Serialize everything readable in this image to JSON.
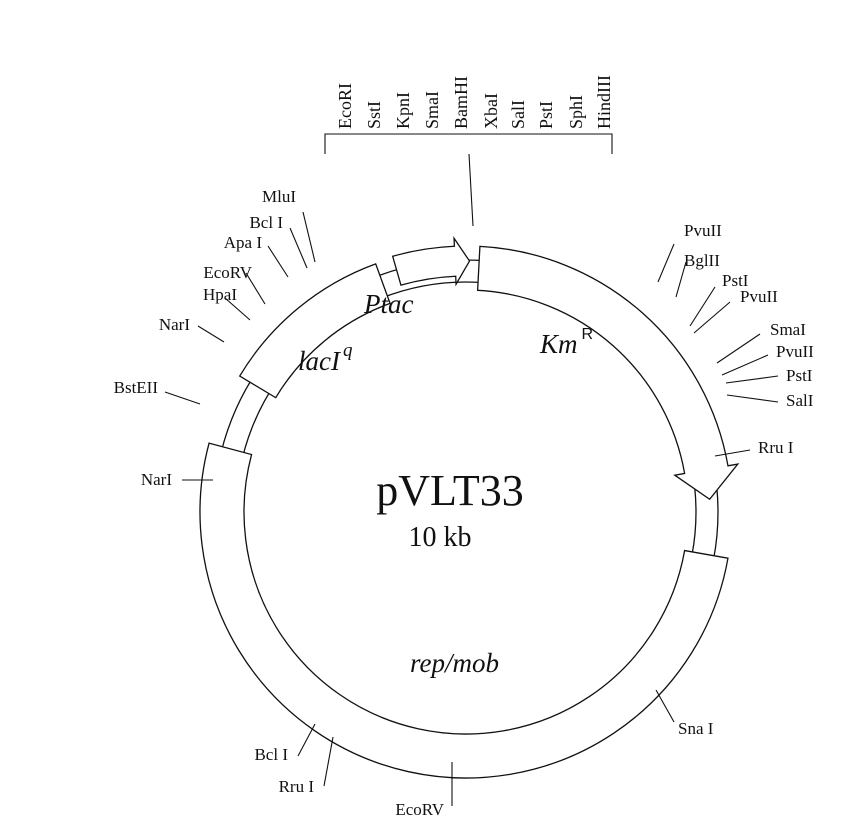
{
  "plasmid": {
    "name": "pVLT33",
    "size": "10 kb"
  },
  "genes": [
    {
      "label": "lacI",
      "sup": "q",
      "sup_style": "italic"
    },
    {
      "label": "Ptac",
      "sup": ""
    },
    {
      "label": "Km",
      "sup": "R",
      "sup_style": "roman"
    },
    {
      "label": "rep/mob",
      "sup": ""
    }
  ],
  "mcs_sites": [
    "EcoRI",
    "SstI",
    "KpnI",
    "SmaI",
    "BamHI",
    "XbaI",
    "SalI",
    "PstI",
    "SphI",
    "HindIII"
  ],
  "sites_right": [
    "PvuII",
    "BglII",
    "PstI",
    "PvuII",
    "SmaI",
    "PvuII",
    "PstI",
    "SalI",
    "Rru I",
    "Sna I"
  ],
  "sites_left": [
    "MluI",
    "Bcl I",
    "Apa I",
    "EcoRV",
    "HpaI",
    "NarI",
    "BstEII",
    "NarI",
    "Bcl I",
    "Rru I",
    "EcoRV"
  ]
}
